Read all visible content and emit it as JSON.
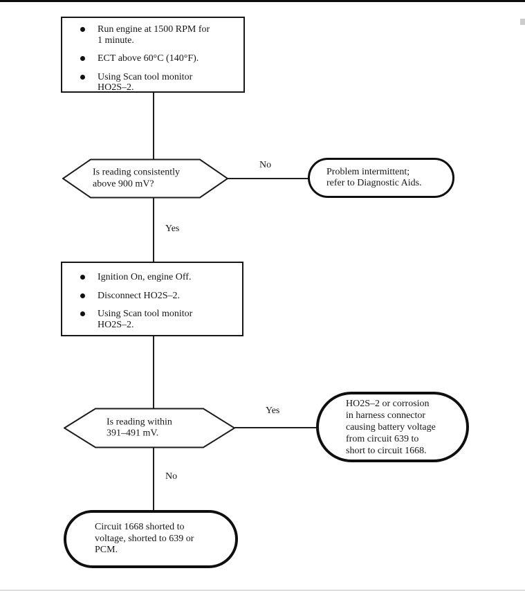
{
  "colors": {
    "ink": "#161616",
    "paper": "#ffffff"
  },
  "flowchart": {
    "step1": {
      "items": [
        "Run engine at 1500 RPM for 1 minute.",
        "ECT above 60°C (140°F).",
        "Using Scan tool monitor HO2S–2."
      ]
    },
    "decision1": {
      "lines": [
        "Is reading consistently",
        "above 900 mV?"
      ]
    },
    "labels": {
      "no1": "No",
      "yes1": "Yes",
      "yes2": "Yes",
      "no2": "No"
    },
    "terminal1": {
      "lines": [
        "Problem intermittent;",
        "refer to Diagnostic Aids."
      ]
    },
    "step2": {
      "items": [
        "Ignition On, engine Off.",
        "Disconnect HO2S–2.",
        "Using Scan tool monitor HO2S–2."
      ]
    },
    "decision2": {
      "lines": [
        "Is reading within",
        "391–491 mV."
      ]
    },
    "terminal2": {
      "lines": [
        "HO2S–2 or corrosion",
        "in harness connector",
        "causing battery voltage",
        "from circuit 639 to",
        "short to circuit 1668."
      ]
    },
    "terminal3": {
      "lines": [
        "Circuit 1668 shorted to",
        "voltage, shorted to 639 or",
        "PCM."
      ]
    }
  }
}
